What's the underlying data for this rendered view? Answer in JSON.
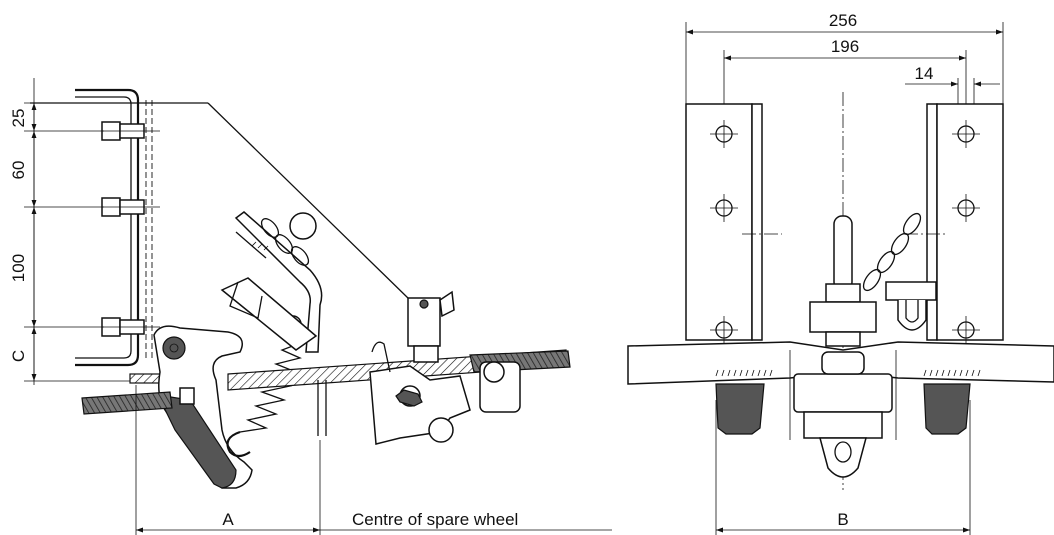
{
  "dimensions": {
    "side_view": {
      "vertical_labels": [
        "25",
        "60",
        "100",
        "C"
      ],
      "horizontal_label": "A",
      "spare_wheel_label": "Centre of spare wheel"
    },
    "front_view": {
      "overall_width": "256",
      "hole_spacing": "196",
      "small_offset": "14",
      "bottom_label": "B"
    }
  },
  "colors": {
    "line": "#111111",
    "background": "#ffffff"
  }
}
